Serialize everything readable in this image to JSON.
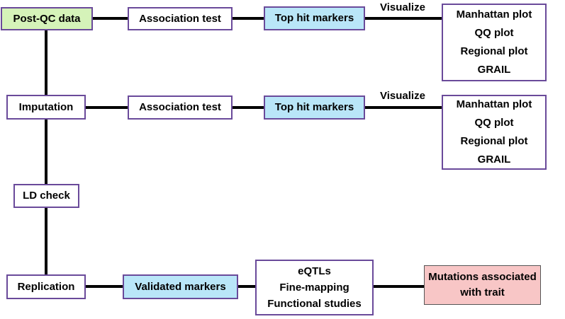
{
  "colors": {
    "border": "#6a4a9a",
    "connector": "#000000",
    "postqc_fill": "#d5f3b9",
    "hit_fill": "#b9e6f8",
    "mutation_fill": "#f8c6c6"
  },
  "nodes": {
    "post_qc": "Post-QC data",
    "imputation": "Imputation",
    "ld_check": "LD check",
    "replication": "Replication",
    "assoc_test_1": "Association test",
    "assoc_test_2": "Association test",
    "top_hits_1": "Top hit markers",
    "top_hits_2": "Top hit markers",
    "validated": "Validated markers",
    "plots_1": [
      "Manhattan plot",
      "QQ plot",
      "Regional plot",
      "GRAIL"
    ],
    "plots_2": [
      "Manhattan plot",
      "QQ plot",
      "Regional plot",
      "GRAIL"
    ],
    "followup": [
      "eQTLs",
      "Fine-mapping",
      "Functional studies"
    ],
    "mutations": [
      "Mutations associated",
      "with trait"
    ]
  },
  "labels": {
    "visualize_1": "Visualize",
    "visualize_2": "Visualize"
  }
}
